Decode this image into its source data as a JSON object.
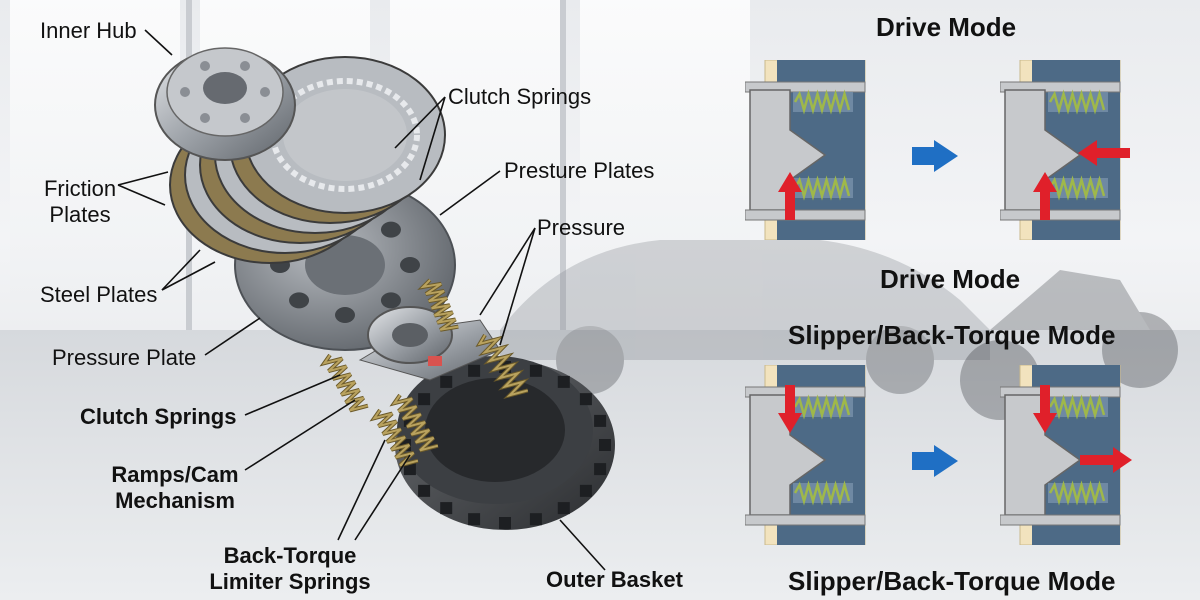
{
  "left_labels": {
    "inner_hub": "Inner Hub",
    "clutch_springs_top": "Clutch Springs",
    "friction_plates_line1": "Friction",
    "friction_plates_line2": "Plates",
    "presture_plates": "Presture Plates",
    "pressure": "Pressure",
    "steel_plates": "Steel Plates",
    "pressure_plate": "Pressure Plate",
    "clutch_springs_bold": "Clutch Springs",
    "ramps_line1": "Ramps/Cam",
    "ramps_line2": "Mechanism",
    "back_torque_line1": "Back-Torque",
    "back_torque_line2": "Limiter Springs",
    "outer_basket": "Outer Basket"
  },
  "right_panel": {
    "drive_title_top": "Drive Mode",
    "drive_title_bottom": "Drive Mode",
    "slipper_title_top": "Slipper/Back-Torque Mode",
    "slipper_title_bottom": "Slipper/Back-Torque Mode"
  },
  "colors": {
    "flow_arrow": "#1f6fc4",
    "force_arrow": "#e0202a",
    "spring": "#9fb84a",
    "housing": "#4d6a86",
    "friction": "#f2e3be",
    "cam": "#c7c9cc"
  }
}
